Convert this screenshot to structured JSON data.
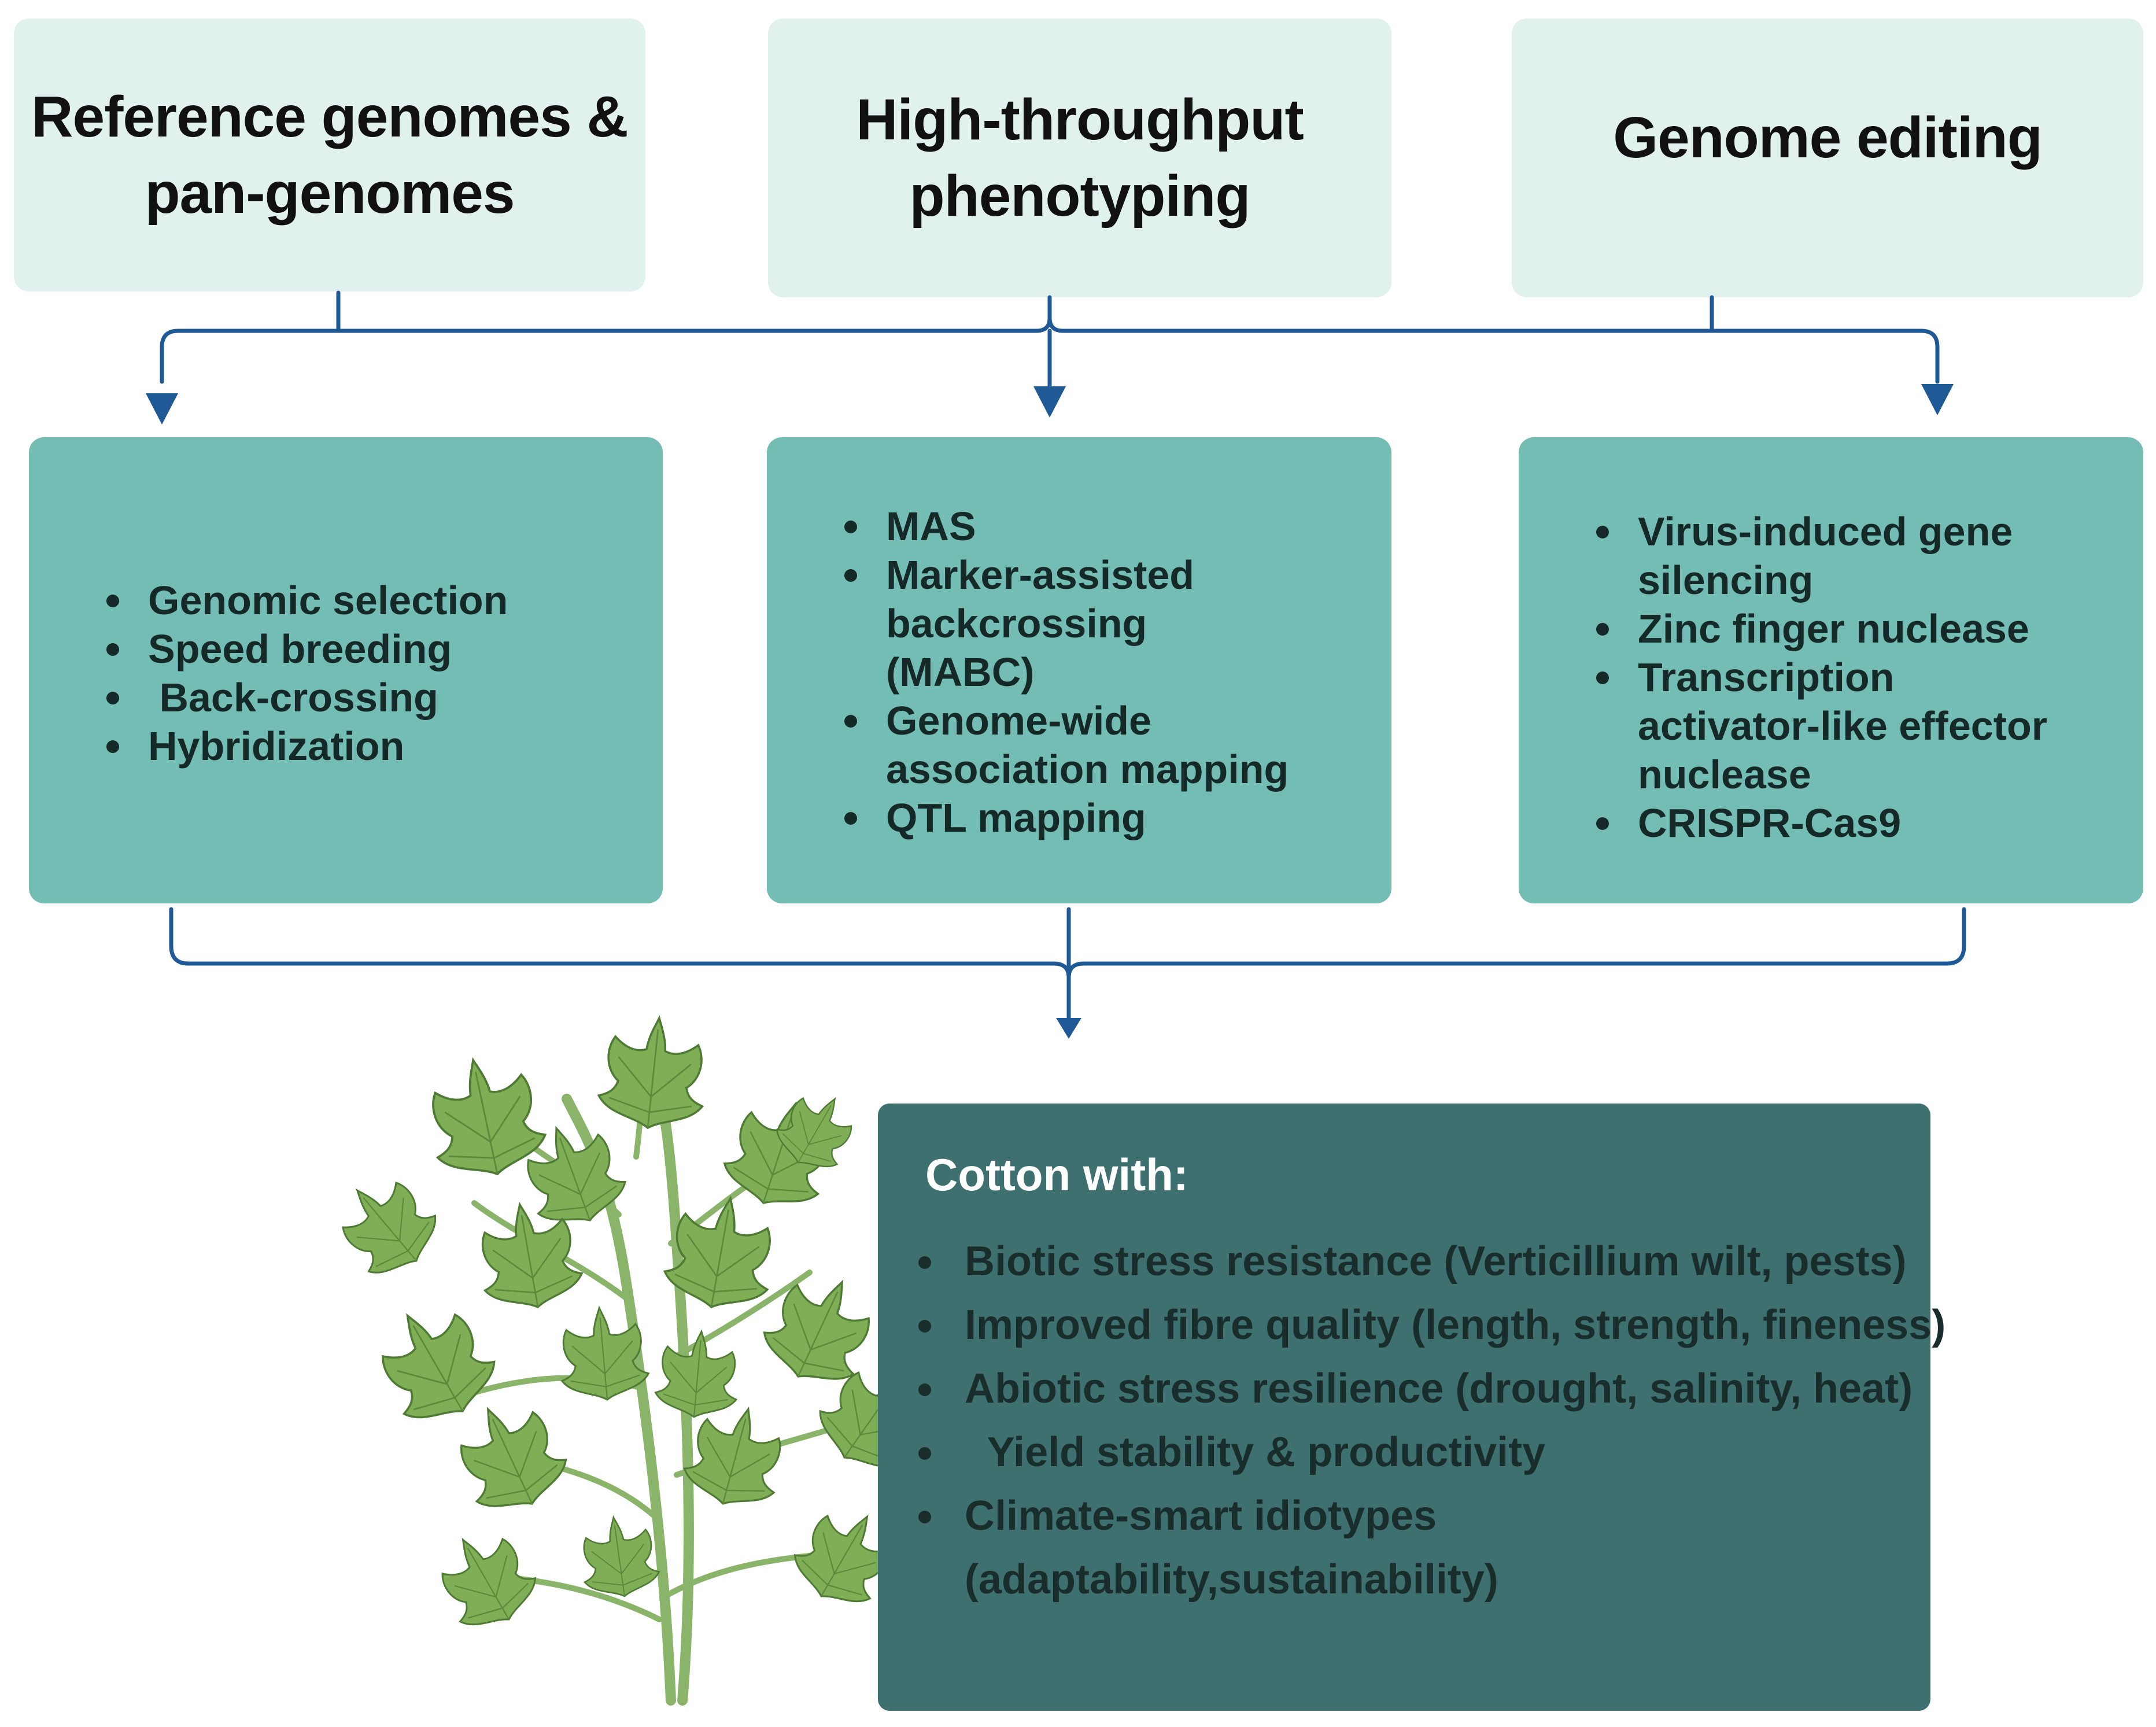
{
  "top_boxes": [
    {
      "title": "Reference genomes &\npan-genomes"
    },
    {
      "title": "High-throughput\nphenotyping"
    },
    {
      "title": "Genome editing"
    }
  ],
  "method_boxes": [
    {
      "items": [
        "Genomic selection",
        "Speed breeding",
        " Back-crossing",
        "Hybridization"
      ]
    },
    {
      "items": [
        "MAS",
        "Marker-assisted backcrossing (MABC)",
        "Genome-wide association mapping",
        "QTL mapping"
      ]
    },
    {
      "items": [
        "Virus-induced gene silencing",
        "Zinc finger nuclease",
        "Transcription activator-like effector nuclease",
        "CRISPR-Cas9"
      ]
    }
  ],
  "result_box": {
    "heading": "Cotton with:",
    "items": [
      "Biotic stress resistance (Verticillium wilt, pests)",
      "Improved fibre quality (length, strength, fineness)",
      "Abiotic stress resilience (drought, salinity, heat)",
      "  Yield stability & productivity",
      "Climate-smart idiotypes",
      "(adaptability,sustainability)"
    ]
  },
  "colors": {
    "top_box_fill": "#e0f1ee",
    "method_box_fill": "#74bdb5",
    "result_box_fill": "#3e7070",
    "connector_line": "#1f5a96",
    "leaf_green": "#7fae57"
  },
  "illustration": {
    "icon": "cotton-plant-icon"
  }
}
